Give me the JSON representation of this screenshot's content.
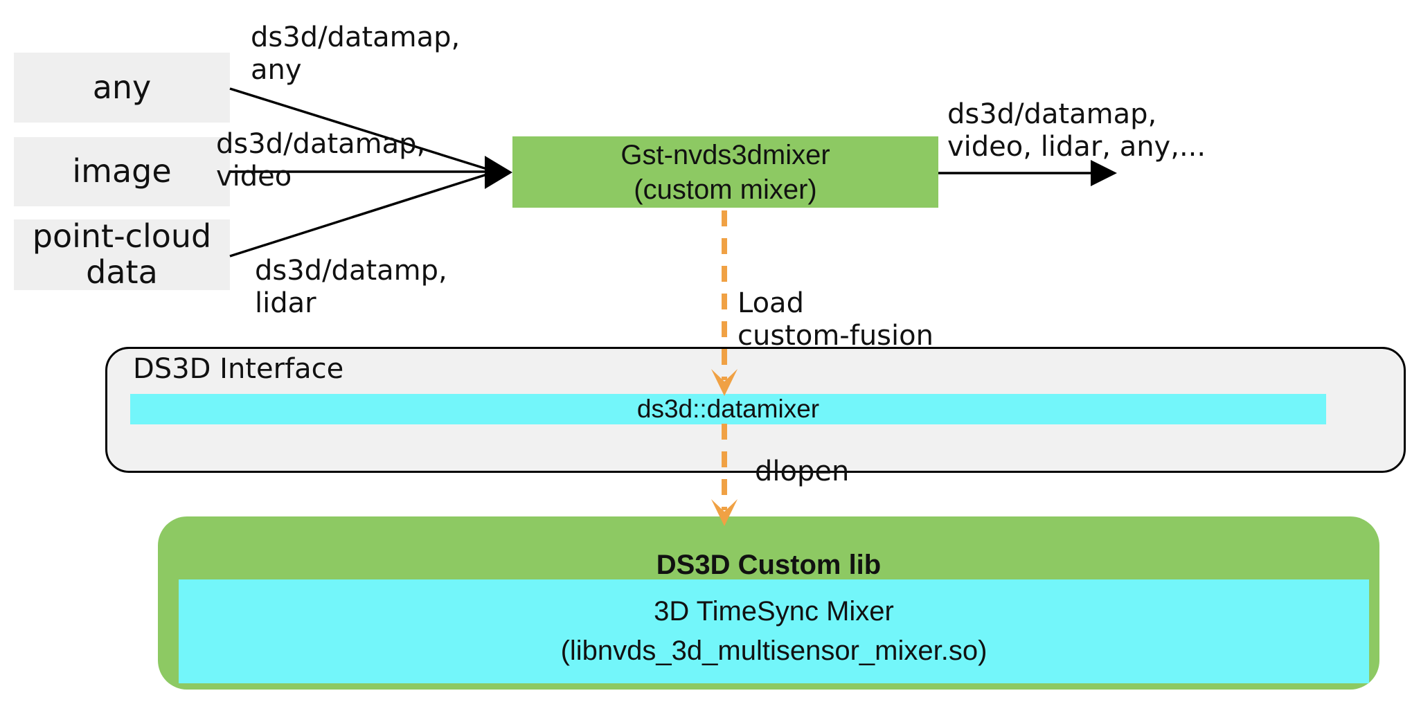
{
  "colors": {
    "element_green": "#8dc963",
    "interface_cyan": "#73f6fa",
    "source_gray": "#efefef",
    "panel_gray": "#f1f1f1",
    "arrow_orange": "#f0a144",
    "line_black": "#000000"
  },
  "inputs": {
    "any": {
      "label": "any",
      "caps": "ds3d/datamap,\nany"
    },
    "image": {
      "label": "image",
      "caps": "ds3d/datamap,\nvideo"
    },
    "pointcloud": {
      "label": "point-cloud\ndata",
      "caps": "ds3d/datamp,\nlidar"
    }
  },
  "mixer": {
    "title": "Gst-nvds3dmixer",
    "subtitle": "(custom mixer)",
    "output_caps": "ds3d/datamap,\nvideo, lidar, any,..."
  },
  "load_arrow": {
    "label": "Load\ncustom-fusion",
    "dlopen_label": "dlopen"
  },
  "interface": {
    "title": "DS3D Interface",
    "item": "ds3d::datamixer"
  },
  "custom_lib": {
    "title": "DS3D Custom lib",
    "impl": "3D TimeSync Mixer\n(libnvds_3d_multisensor_mixer.so)"
  }
}
